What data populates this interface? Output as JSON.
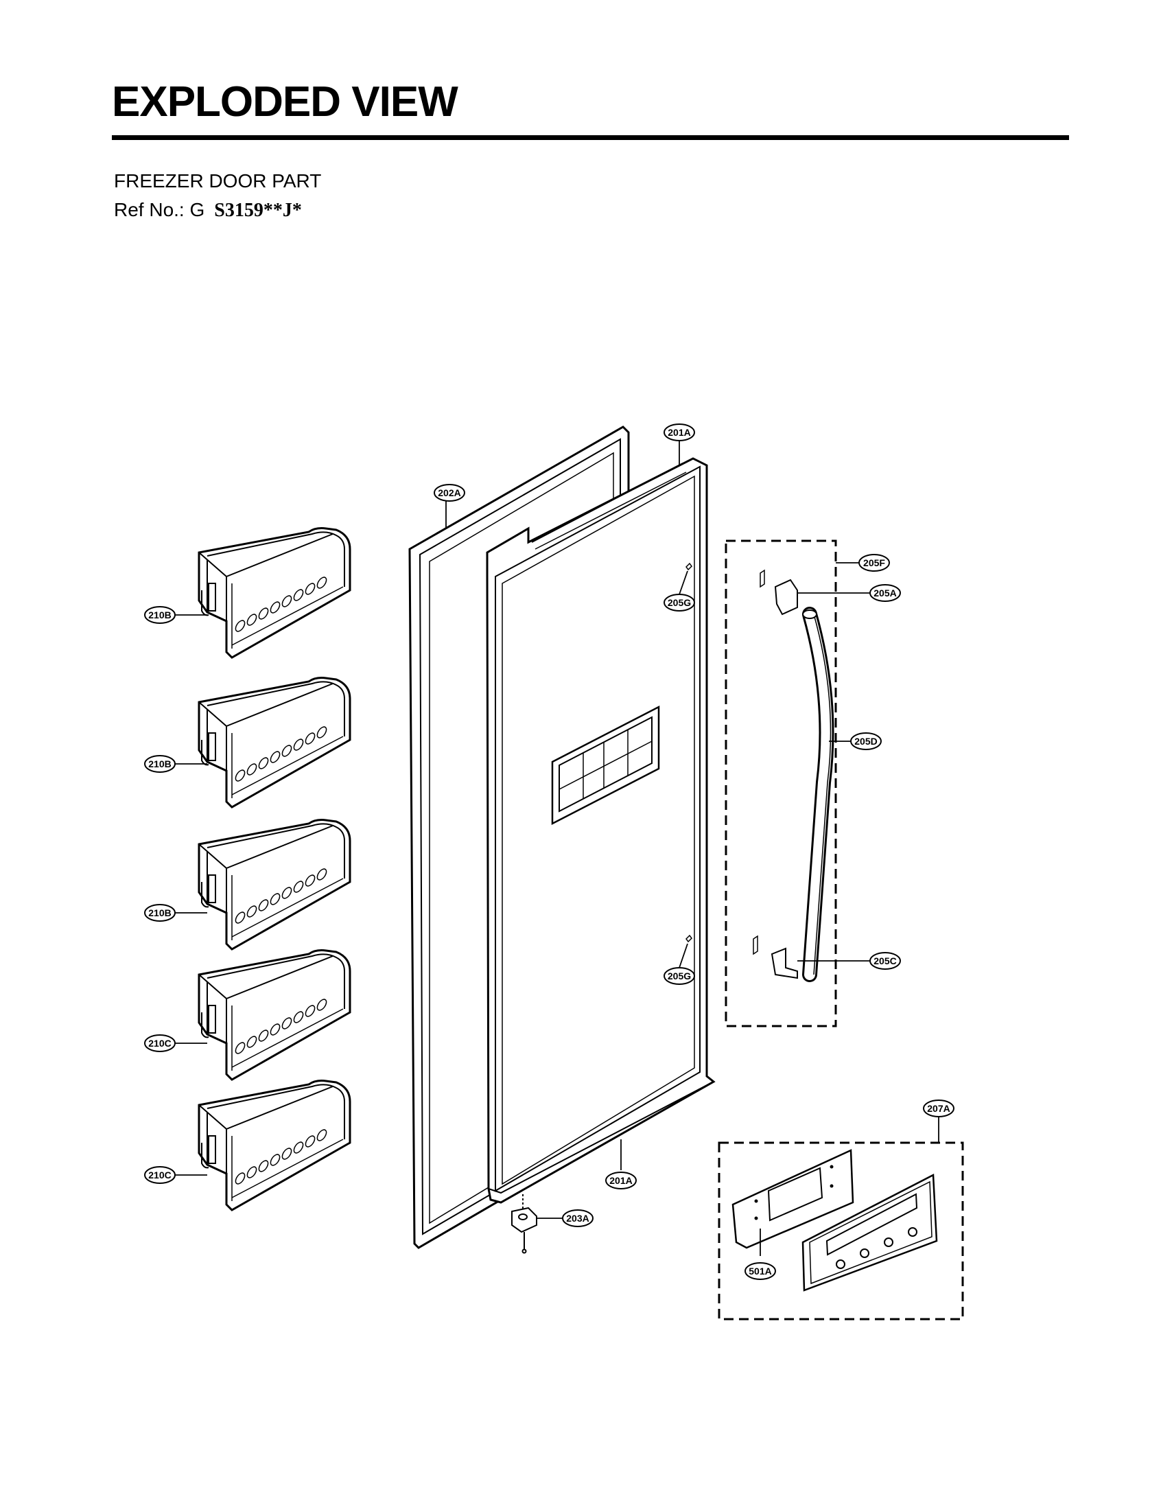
{
  "header": {
    "title": "EXPLODED VIEW",
    "subtitle": "FREEZER DOOR PART",
    "ref_prefix": "Ref No.: G",
    "ref_model": "S3159**J*"
  },
  "callouts": [
    {
      "id": "201A-top",
      "label": "201A"
    },
    {
      "id": "202A",
      "label": "202A"
    },
    {
      "id": "205F",
      "label": "205F"
    },
    {
      "id": "205A",
      "label": "205A"
    },
    {
      "id": "205G-top",
      "label": "205G"
    },
    {
      "id": "210B-1",
      "label": "210B"
    },
    {
      "id": "210B-2",
      "label": "210B"
    },
    {
      "id": "210B-3",
      "label": "210B"
    },
    {
      "id": "205D",
      "label": "205D"
    },
    {
      "id": "205G-bottom",
      "label": "205G"
    },
    {
      "id": "205C",
      "label": "205C"
    },
    {
      "id": "210C-1",
      "label": "210C"
    },
    {
      "id": "210C-2",
      "label": "210C"
    },
    {
      "id": "207A",
      "label": "207A"
    },
    {
      "id": "201A-bottom",
      "label": "201A"
    },
    {
      "id": "203A",
      "label": "203A"
    },
    {
      "id": "501A",
      "label": "501A"
    }
  ],
  "colors": {
    "ink": "#000000",
    "paper": "#ffffff"
  }
}
